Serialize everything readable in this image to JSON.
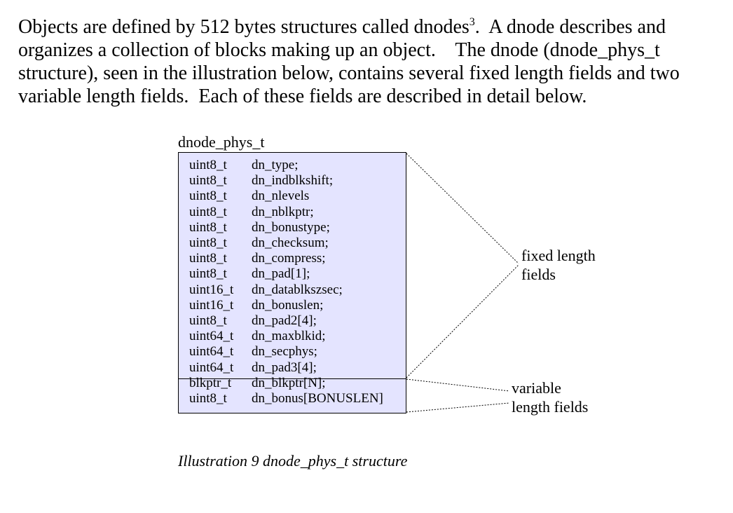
{
  "paragraph": {
    "lines": [
      {
        "pre": "Objects are defined by 512 bytes structures called dnodes",
        "sup": "3",
        "post": ".  A dnode describes and"
      },
      {
        "pre": "organizes a collection of blocks making up an object.    The dnode (dnode_phys_t",
        "sup": "",
        "post": ""
      },
      {
        "pre": "structure), seen in the illustration below, contains several fixed length fields and two",
        "sup": "",
        "post": ""
      },
      {
        "pre": "variable length fields.  Each of these fields are described in detail below.",
        "sup": "",
        "post": ""
      }
    ]
  },
  "diagram": {
    "struct_name": "dnode_phys_t",
    "fixed_fields": [
      {
        "type": "uint8_t",
        "name": "dn_type;"
      },
      {
        "type": "uint8_t",
        "name": "dn_indblkshift;"
      },
      {
        "type": "uint8_t",
        "name": "dn_nlevels"
      },
      {
        "type": "uint8_t",
        "name": "dn_nblkptr;"
      },
      {
        "type": "uint8_t",
        "name": "dn_bonustype;"
      },
      {
        "type": "uint8_t",
        "name": "dn_checksum;"
      },
      {
        "type": "uint8_t",
        "name": "dn_compress;"
      },
      {
        "type": "uint8_t",
        "name": "dn_pad[1];"
      },
      {
        "type": "uint16_t",
        "name": "dn_datablkszsec;"
      },
      {
        "type": "uint16_t",
        "name": "dn_bonuslen;"
      },
      {
        "type": "uint8_t",
        "name": "dn_pad2[4];"
      },
      {
        "type": "uint64_t",
        "name": "dn_maxblkid;"
      },
      {
        "type": "uint64_t",
        "name": "dn_secphys;"
      },
      {
        "type": "uint64_t",
        "name": "dn_pad3[4];"
      }
    ],
    "variable_fields": [
      {
        "type": "blkptr_t",
        "name": "dn_blkptr[N];"
      },
      {
        "type": "uint8_t",
        "name": "dn_bonus[BONUSLEN]"
      }
    ],
    "fixed_label": [
      "fixed length",
      "fields"
    ],
    "variable_label": [
      "variable",
      "length fields"
    ]
  },
  "caption": "Illustration 9 dnode_phys_t structure"
}
